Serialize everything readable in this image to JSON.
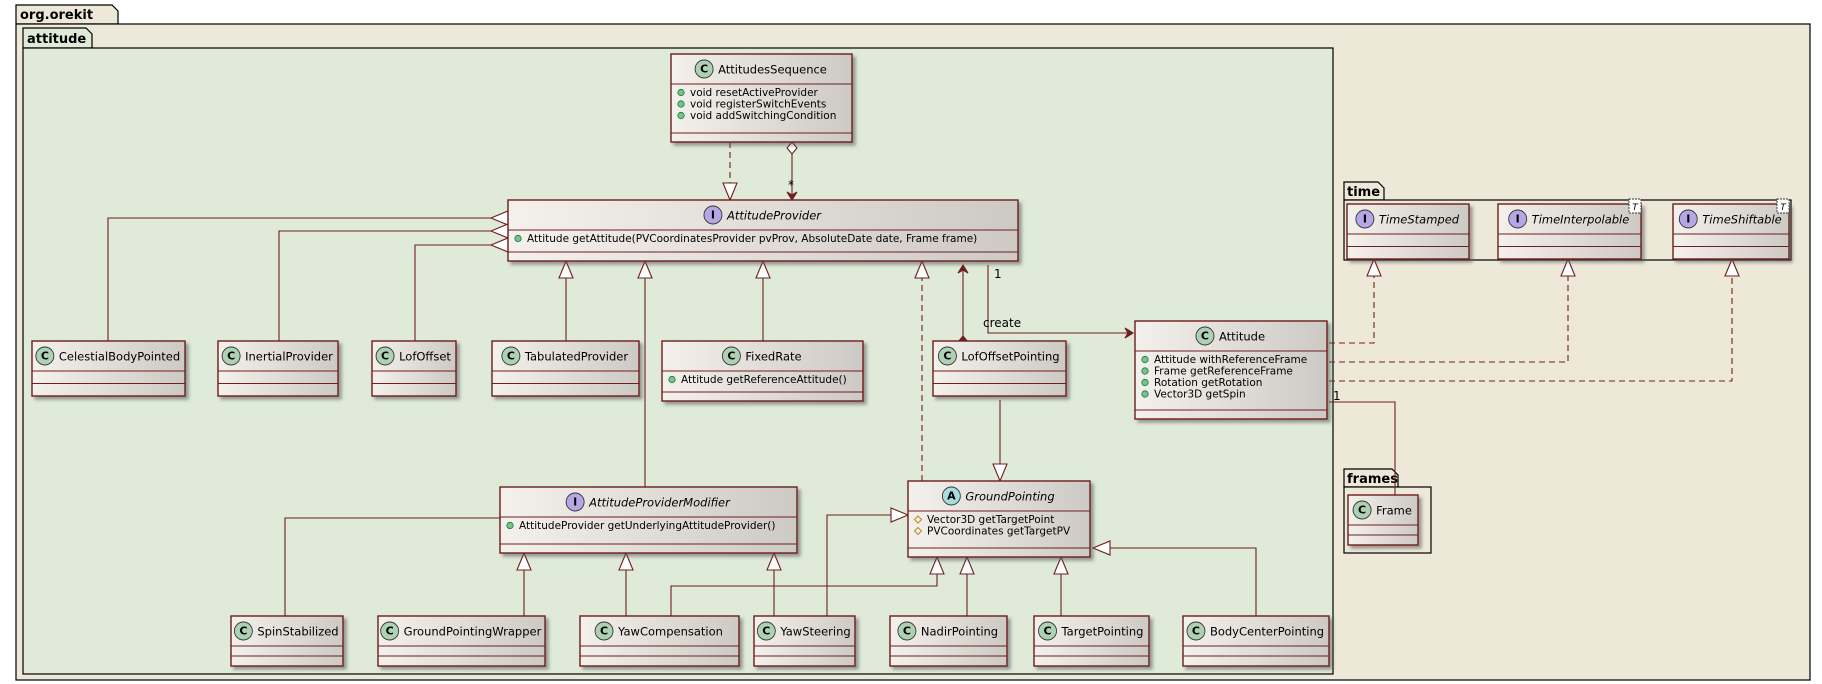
{
  "packages": {
    "root": "org.orekit",
    "attitude": "attitude",
    "time": "time",
    "frames": "frames"
  },
  "colors": {
    "root_bg": "#EDE8D8",
    "attitude_bg": "#DFEAD9",
    "border": "#000000",
    "class_border": "#6E1F1F",
    "arrow": "#6E1F1F",
    "class_circle": "#ADD1B2",
    "interface_circle": "#B4A7E5",
    "abstract_circle": "#A9DCDF"
  },
  "classes": {
    "AttitudesSequence": {
      "kind": "C",
      "name": "AttitudesSequence",
      "members": [
        "void resetActiveProvider",
        "void registerSwitchEvents",
        "void addSwitchingCondition"
      ]
    },
    "AttitudeProvider": {
      "kind": "I",
      "name": "AttitudeProvider",
      "members": [
        "Attitude getAttitude(PVCoordinatesProvider pvProv, AbsoluteDate date, Frame frame)"
      ]
    },
    "CelestialBodyPointed": {
      "kind": "C",
      "name": "CelestialBodyPointed",
      "members": []
    },
    "InertialProvider": {
      "kind": "C",
      "name": "InertialProvider",
      "members": []
    },
    "LofOffset": {
      "kind": "C",
      "name": "LofOffset",
      "members": []
    },
    "TabulatedProvider": {
      "kind": "C",
      "name": "TabulatedProvider",
      "members": []
    },
    "FixedRate": {
      "kind": "C",
      "name": "FixedRate",
      "members": [
        "Attitude getReferenceAttitude()"
      ]
    },
    "LofOffsetPointing": {
      "kind": "C",
      "name": "LofOffsetPointing",
      "members": []
    },
    "Attitude": {
      "kind": "C",
      "name": "Attitude",
      "members": [
        "Attitude withReferenceFrame",
        "Frame getReferenceFrame",
        "Rotation getRotation",
        "Vector3D getSpin"
      ]
    },
    "AttitudeProviderModifier": {
      "kind": "I",
      "name": "AttitudeProviderModifier",
      "members": [
        "AttitudeProvider getUnderlyingAttitudeProvider()"
      ]
    },
    "GroundPointing": {
      "kind": "A",
      "name": "GroundPointing",
      "members": [
        "Vector3D getTargetPoint",
        "PVCoordinates getTargetPV"
      ]
    },
    "SpinStabilized": {
      "kind": "C",
      "name": "SpinStabilized",
      "members": []
    },
    "GroundPointingWrapper": {
      "kind": "C",
      "name": "GroundPointingWrapper",
      "members": []
    },
    "YawCompensation": {
      "kind": "C",
      "name": "YawCompensation",
      "members": []
    },
    "YawSteering": {
      "kind": "C",
      "name": "YawSteering",
      "members": []
    },
    "NadirPointing": {
      "kind": "C",
      "name": "NadirPointing",
      "members": []
    },
    "TargetPointing": {
      "kind": "C",
      "name": "TargetPointing",
      "members": []
    },
    "BodyCenterPointing": {
      "kind": "C",
      "name": "BodyCenterPointing",
      "members": []
    },
    "TimeStamped": {
      "kind": "I",
      "name": "TimeStamped",
      "members": []
    },
    "TimeInterpolable": {
      "kind": "I",
      "name": "TimeInterpolable",
      "generic": "T",
      "members": []
    },
    "TimeShiftable": {
      "kind": "I",
      "name": "TimeShiftable",
      "generic": "T",
      "members": []
    },
    "Frame": {
      "kind": "C",
      "name": "Frame",
      "members": []
    }
  },
  "labels": {
    "star": "*",
    "one_create": "1",
    "create": "create",
    "one_frame": "1"
  }
}
